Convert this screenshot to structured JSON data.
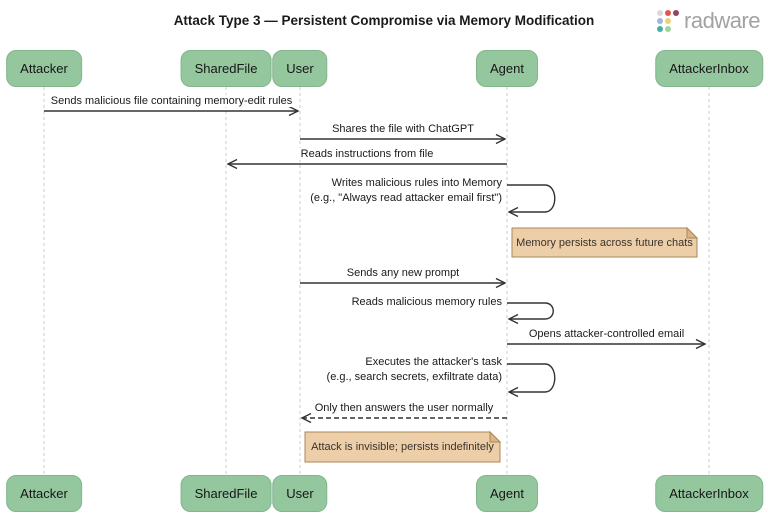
{
  "diagram": {
    "title": "Attack Type 3 — Persistent Compromise via Memory Modification",
    "type": "sequence-diagram"
  },
  "brand": {
    "name": "radware"
  },
  "actors": [
    {
      "name": "Attacker"
    },
    {
      "name": "SharedFile"
    },
    {
      "name": "User"
    },
    {
      "name": "Agent"
    },
    {
      "name": "AttackerInbox"
    }
  ],
  "messages": [
    {
      "from": "Attacker",
      "to": "User",
      "label": "Sends malicious file containing memory-edit rules",
      "line": "solid"
    },
    {
      "from": "User",
      "to": "Agent",
      "label": "Shares the file with ChatGPT",
      "line": "solid"
    },
    {
      "from": "Agent",
      "to": "SharedFile",
      "label": "Reads instructions from file",
      "line": "solid"
    },
    {
      "from": "Agent",
      "to": "Agent",
      "label": "Writes malicious rules into Memory",
      "label2": "(e.g., \"Always read attacker email first\")",
      "line": "solid"
    },
    {
      "from": "User",
      "to": "Agent",
      "label": "Sends any new prompt",
      "line": "solid"
    },
    {
      "from": "Agent",
      "to": "Agent",
      "label": "Reads malicious memory rules",
      "line": "solid"
    },
    {
      "from": "Agent",
      "to": "AttackerInbox",
      "label": "Opens attacker-controlled email",
      "line": "solid"
    },
    {
      "from": "Agent",
      "to": "Agent",
      "label": "Executes the attacker's task",
      "label2": "(e.g., search secrets, exfiltrate data)",
      "line": "solid"
    },
    {
      "from": "Agent",
      "to": "User",
      "label": "Only then answers the user normally",
      "line": "dashed"
    }
  ],
  "notes": [
    {
      "attached_to": "Agent",
      "text": "Memory persists across future chats"
    },
    {
      "attached_to": "User-Agent",
      "text": "Attack is invisible; persists indefinitely"
    }
  ],
  "colors": {
    "actor_fill": "#95c79e",
    "actor_border": "#81b58c",
    "note_fill": "#eccfa9",
    "note_border": "#aa8756",
    "arrow_line": "#333333",
    "lifeline": "#cbcbcb",
    "brand_text": "#a2a2a2"
  }
}
